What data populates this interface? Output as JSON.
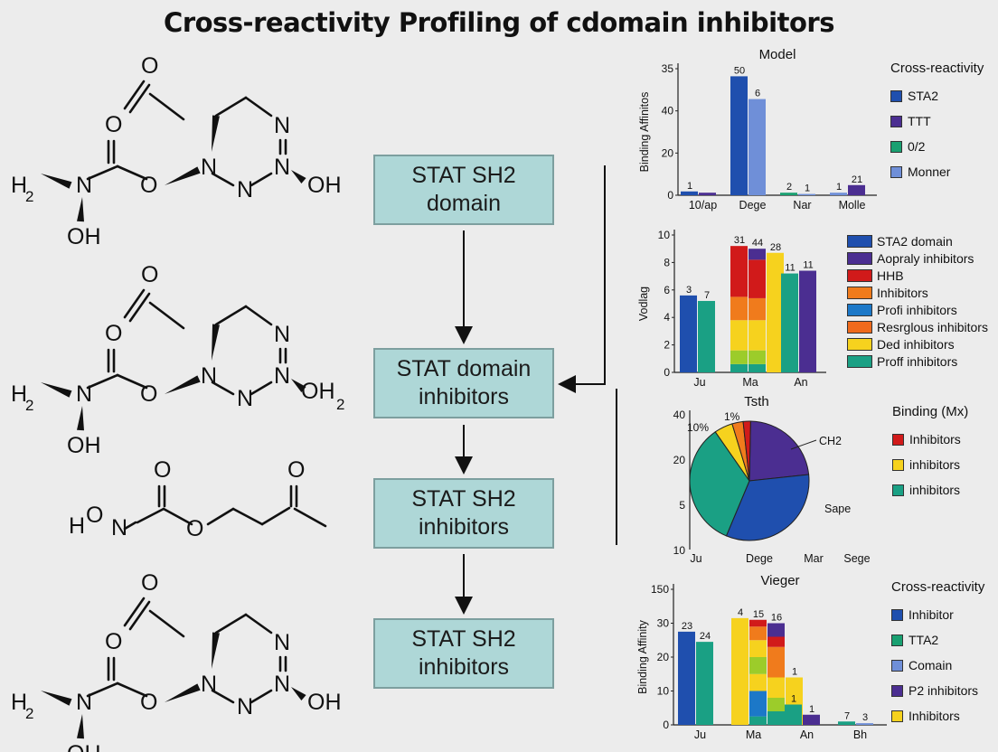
{
  "title": "Cross-reactivity Profiling of cdomain inhibitors",
  "flow": {
    "box1": [
      "STAT SH2",
      "domain"
    ],
    "box2": [
      "STAT domain",
      "inhibitors"
    ],
    "box3": [
      "STAT SH2",
      "inhibitors"
    ],
    "box4": [
      "STAT SH2",
      "inhibitors"
    ]
  },
  "molecules": {
    "O": "O",
    "N": "N",
    "OH": "OH",
    "H2": "H",
    "sub2": "2",
    "HO": "H",
    "OH2": "OH"
  },
  "colors": {
    "dark_blue": "#1f4fae",
    "light_blue": "#6f8fd8",
    "purple": "#4b2e91",
    "green": "#19a071",
    "red": "#d11a1a",
    "orange": "#f07b1c",
    "yellow": "#f6d21e",
    "lime": "#9ccc2a",
    "teal": "#1aa084",
    "cyan_blue": "#1c78c8"
  },
  "legends": {
    "l1": {
      "title": "Cross-reactivity",
      "items": [
        {
          "label": "STA2",
          "color": "#1f4fae"
        },
        {
          "label": "TTT",
          "color": "#4b2e91"
        },
        {
          "label": "0/2",
          "color": "#19a071"
        },
        {
          "label": "Monner",
          "color": "#6f8fd8"
        }
      ]
    },
    "l2": {
      "title": "",
      "items": [
        {
          "label": "STA2 domain",
          "color": "#1f4fae"
        },
        {
          "label": "Aopraly inhibitors",
          "color": "#4b2e91"
        },
        {
          "label": "HHB",
          "color": "#d11a1a"
        },
        {
          "label": "Inhibitors",
          "color": "#f07b1c"
        },
        {
          "label": "Profi inhibitors",
          "color": "#1c78c8"
        },
        {
          "label": "Resrglous inhibitors",
          "color": "#f06a1c"
        },
        {
          "label": "Ded inhibitors",
          "color": "#f6d21e"
        },
        {
          "label": "Proff inhibitors",
          "color": "#1aa084"
        }
      ]
    },
    "l3": {
      "title": "Binding (Mx)",
      "items": [
        {
          "label": "Inhibitors",
          "color": "#d11a1a"
        },
        {
          "label": "inhibitors",
          "color": "#f6d21e"
        },
        {
          "label": "inhibitors",
          "color": "#1aa084"
        }
      ]
    },
    "l4": {
      "title": "Cross-reactivity",
      "items": [
        {
          "label": "Inhibitor",
          "color": "#1f4fae"
        },
        {
          "label": "TTA2",
          "color": "#19a071"
        },
        {
          "label": "Comain",
          "color": "#6f8fd8"
        },
        {
          "label": "P2 inhibitors",
          "color": "#4b2e91"
        },
        {
          "label": "Inhibitors",
          "color": "#f6d21e"
        }
      ]
    }
  },
  "chart_data": [
    {
      "type": "bar",
      "title": "Model",
      "ylabel": "Binding Affinitos",
      "yticks": [
        "35",
        "40",
        "20",
        "0"
      ],
      "ylim": [
        0,
        50
      ],
      "categories": [
        "10/ap",
        "Dege",
        "Nar",
        "Molle"
      ],
      "bars": [
        {
          "cat": 0,
          "slot": 0,
          "value": 1.5,
          "color": "#1f4fae",
          "label": "1"
        },
        {
          "cat": 0,
          "slot": 1,
          "value": 1,
          "color": "#4b2e91",
          "label": ""
        },
        {
          "cat": 1,
          "slot": 0,
          "value": 47,
          "color": "#1f4fae",
          "label": "50"
        },
        {
          "cat": 1,
          "slot": 1,
          "value": 38,
          "color": "#6f8fd8",
          "label": "6"
        },
        {
          "cat": 2,
          "slot": 0,
          "value": 1,
          "color": "#19a071",
          "label": "2"
        },
        {
          "cat": 2,
          "slot": 1,
          "value": 0.5,
          "color": "#6f8fd8",
          "label": "1"
        },
        {
          "cat": 3,
          "slot": 0,
          "value": 1,
          "color": "#6f8fd8",
          "label": "1"
        },
        {
          "cat": 3,
          "slot": 1,
          "value": 4,
          "color": "#4b2e91",
          "label": "21"
        }
      ]
    },
    {
      "type": "bar",
      "title": "",
      "ylabel": "Vodlag",
      "yticks": [
        "10",
        "8",
        "6",
        "4",
        "2",
        "0"
      ],
      "ylim": [
        0,
        10
      ],
      "categories": [
        "Ju",
        "Ma",
        "An"
      ],
      "stacks": [
        {
          "cat": 0,
          "slot": 0,
          "label": "3",
          "segments": [
            {
              "value": 5.6,
              "color": "#1f4fae"
            }
          ]
        },
        {
          "cat": 0,
          "slot": 1,
          "label": "7",
          "segments": [
            {
              "value": 5.2,
              "color": "#1aa084"
            }
          ]
        },
        {
          "cat": 1,
          "slot": 0,
          "label": "31",
          "segments": [
            {
              "value": 0.6,
              "color": "#1aa084"
            },
            {
              "value": 1.0,
              "color": "#9ccc2a"
            },
            {
              "value": 2.2,
              "color": "#f6d21e"
            },
            {
              "value": 1.7,
              "color": "#f07b1c"
            },
            {
              "value": 3.7,
              "color": "#d11a1a"
            }
          ]
        },
        {
          "cat": 1,
          "slot": 1,
          "label": "44",
          "segments": [
            {
              "value": 0.6,
              "color": "#1aa084"
            },
            {
              "value": 1.0,
              "color": "#9ccc2a"
            },
            {
              "value": 2.2,
              "color": "#f6d21e"
            },
            {
              "value": 1.6,
              "color": "#f07b1c"
            },
            {
              "value": 2.8,
              "color": "#d11a1a"
            },
            {
              "value": 0.8,
              "color": "#4b2e91"
            }
          ]
        },
        {
          "cat": 1,
          "slot": 2,
          "label": "28",
          "segments": [
            {
              "value": 8.7,
              "color": "#f6d21e"
            }
          ]
        },
        {
          "cat": 2,
          "slot": 0,
          "label": "11",
          "segments": [
            {
              "value": 7.2,
              "color": "#1aa084"
            }
          ]
        },
        {
          "cat": 2,
          "slot": 1,
          "label": "11",
          "segments": [
            {
              "value": 7.4,
              "color": "#4b2e91"
            }
          ]
        }
      ]
    },
    {
      "type": "pie",
      "title": "Tsth",
      "yticks": [
        "40",
        "20",
        "5",
        "10"
      ],
      "xticks": [
        "Ju",
        "Dege",
        "Mar",
        "Sege"
      ],
      "slices": [
        {
          "value": 23,
          "color": "#4b2e91",
          "label": "CH2"
        },
        {
          "value": 33,
          "color": "#1f4fae",
          "label": "Sape"
        },
        {
          "value": 34,
          "color": "#1aa084",
          "label": ""
        },
        {
          "value": 5,
          "color": "#f6d21e",
          "label": "10%"
        },
        {
          "value": 3,
          "color": "#f07b1c",
          "label": "1%"
        },
        {
          "value": 2,
          "color": "#d11a1a",
          "label": ""
        }
      ]
    },
    {
      "type": "bar",
      "title": "Vieger",
      "ylabel": "Binding Affinity",
      "yticks": [
        "150",
        "30",
        "20",
        "10",
        "0"
      ],
      "ylim": [
        0,
        40
      ],
      "categories": [
        "Ju",
        "Ma",
        "An",
        "Bh"
      ],
      "stacks": [
        {
          "cat": 0,
          "slot": 0,
          "label": "23",
          "segments": [
            {
              "value": 27.5,
              "color": "#1f4fae"
            }
          ]
        },
        {
          "cat": 0,
          "slot": 1,
          "label": "24",
          "segments": [
            {
              "value": 24.5,
              "color": "#1aa084"
            }
          ]
        },
        {
          "cat": 1,
          "slot": 0,
          "label": "4",
          "segments": [
            {
              "value": 31.5,
              "color": "#f6d21e"
            }
          ]
        },
        {
          "cat": 1,
          "slot": 1,
          "label": "15",
          "segments": [
            {
              "value": 2.5,
              "color": "#1aa084"
            },
            {
              "value": 7.5,
              "color": "#1c78c8"
            },
            {
              "value": 5,
              "color": "#f6d21e"
            },
            {
              "value": 5,
              "color": "#9ccc2a"
            },
            {
              "value": 5,
              "color": "#f6d21e"
            },
            {
              "value": 4,
              "color": "#f07b1c"
            },
            {
              "value": 2,
              "color": "#d11a1a"
            }
          ]
        },
        {
          "cat": 1,
          "slot": 2,
          "label": "16",
          "segments": [
            {
              "value": 4,
              "color": "#1aa084"
            },
            {
              "value": 4,
              "color": "#9ccc2a"
            },
            {
              "value": 6,
              "color": "#f6d21e"
            },
            {
              "value": 9,
              "color": "#f07b1c"
            },
            {
              "value": 3,
              "color": "#d11a1a"
            },
            {
              "value": 4,
              "color": "#4b2e91"
            }
          ]
        },
        {
          "cat": 1,
          "slot": 3,
          "label": "1",
          "segments": [
            {
              "value": 14,
              "color": "#f6d21e"
            }
          ]
        },
        {
          "cat": 2,
          "slot": 0,
          "label": "1",
          "segments": [
            {
              "value": 6,
              "color": "#1aa084"
            }
          ]
        },
        {
          "cat": 2,
          "slot": 1,
          "label": "1",
          "segments": [
            {
              "value": 3,
              "color": "#4b2e91"
            }
          ]
        },
        {
          "cat": 3,
          "slot": 0,
          "label": "7",
          "segments": [
            {
              "value": 1,
              "color": "#1aa084"
            }
          ]
        },
        {
          "cat": 3,
          "slot": 1,
          "label": "3",
          "segments": [
            {
              "value": 0.5,
              "color": "#6f8fd8"
            }
          ]
        }
      ]
    }
  ]
}
